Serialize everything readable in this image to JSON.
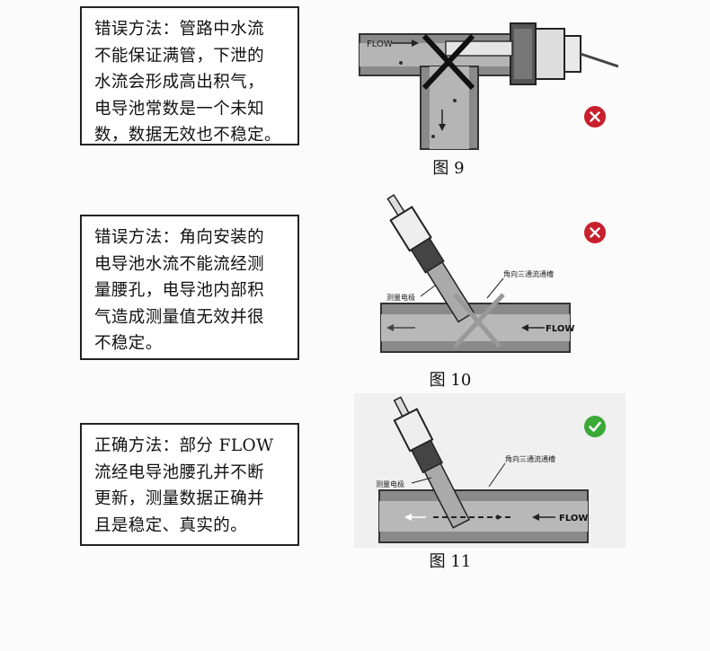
{
  "items": [
    {
      "text_lines": [
        "错误方法：管路中水流",
        "不能保证满管，下泄的",
        "水流会形成高出积气，",
        "电导池常数是一个未知",
        "数，数据无效也不稳定。"
      ],
      "caption": "图 9",
      "status": "wrong",
      "status_icon": "cross-icon",
      "status_color": "#c8202c",
      "figure_labels": {
        "flow": "FLOW"
      }
    },
    {
      "text_lines": [
        "错误方法：角向安装的",
        "电导池水流不能流经测",
        "量腰孔，电导池内部积",
        "气造成测量值无效并很",
        "不稳定。"
      ],
      "caption": "图 10",
      "status": "wrong",
      "status_icon": "cross-icon",
      "status_color": "#c8202c",
      "figure_labels": {
        "tee": "角向三通流通槽",
        "electrode": "测量电极",
        "flow": "FLOW"
      }
    },
    {
      "text_lines": [
        "正确方法：部分 FLOW",
        "流经电导池腰孔并不断",
        "更新，测量数据正确并",
        "且是稳定、真实的。"
      ],
      "caption": "图 11",
      "status": "correct",
      "status_icon": "check-icon",
      "status_color": "#3aa935",
      "figure_labels": {
        "tee": "角向三通流通槽",
        "electrode": "测量电极",
        "flow": "FLOW"
      }
    }
  ]
}
